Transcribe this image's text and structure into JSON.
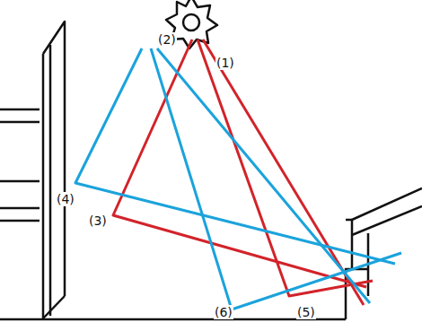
{
  "diagram": {
    "labels": [
      "(2)",
      "(1)",
      "(4)",
      "(3)",
      "(6)",
      "(5)"
    ]
  }
}
